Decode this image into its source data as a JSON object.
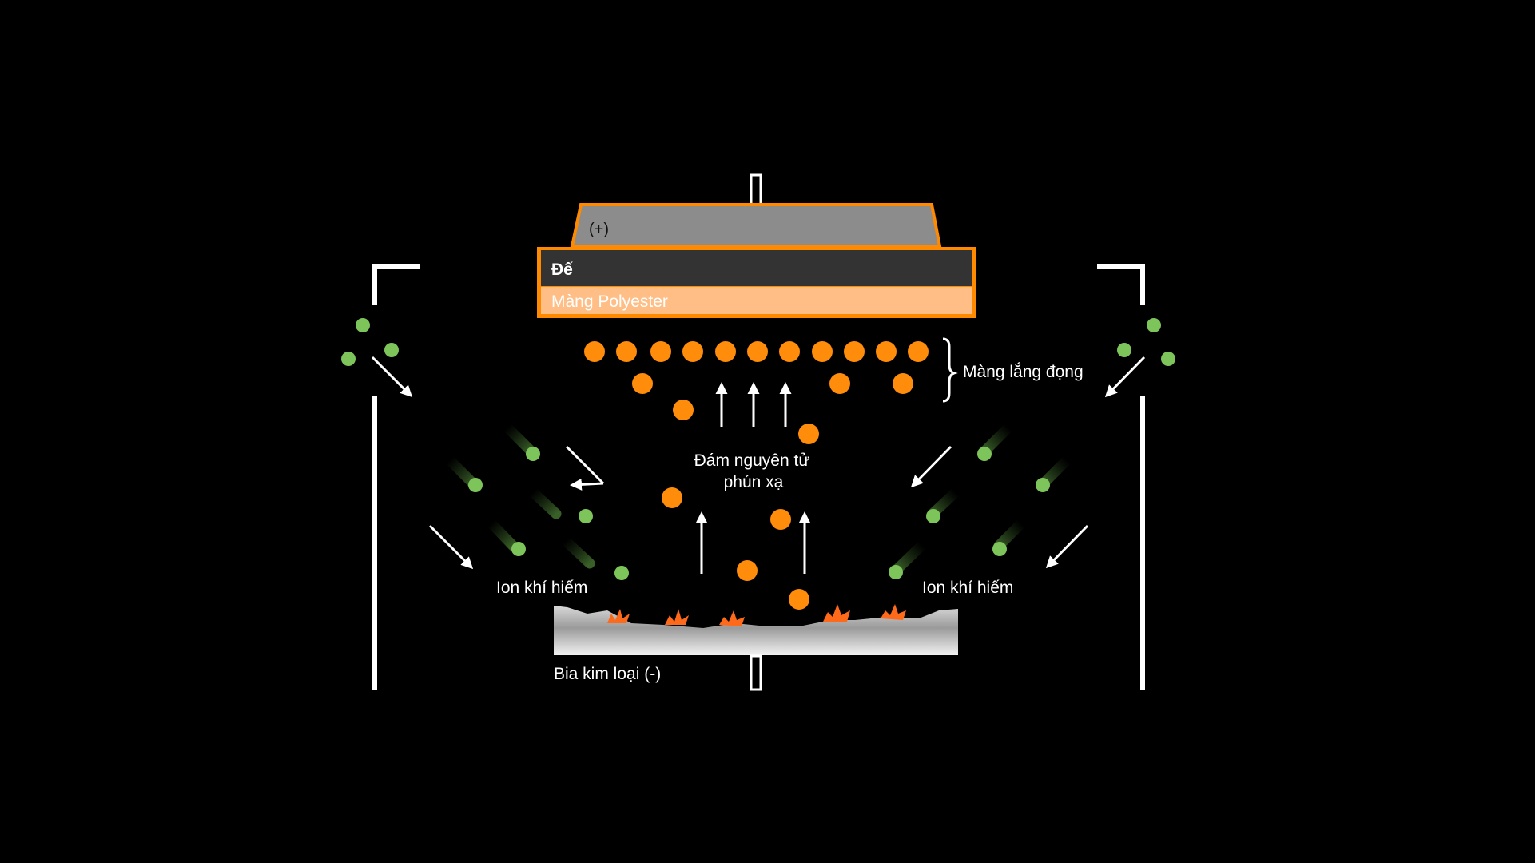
{
  "labels": {
    "anode": "(+)",
    "substrate": "Đế",
    "polyester": "Màng Polyester",
    "deposited_film": "Màng lắng đọng",
    "sputtered_cloud_line1": "Đám nguyên tử",
    "sputtered_cloud_line2": "phún xạ",
    "ion_left": "Ion khí hiếm",
    "ion_right": "Ion khí hiếm",
    "target": "Bia kim loại (-)"
  },
  "colors": {
    "background": "#000000",
    "accent_orange": "#ff8a00",
    "orange_atom": "#ff8c0a",
    "polyester_fill": "#ffbe85",
    "substrate_fill": "#333333",
    "anode_fill": "#8c8c8c",
    "ion_green": "#7dc45a",
    "line_white": "#ffffff"
  },
  "icons": {
    "arrow": "arrow-icon",
    "ion": "ion-particle-icon",
    "atom": "sputtered-atom-icon",
    "spark": "impact-spark-icon"
  }
}
